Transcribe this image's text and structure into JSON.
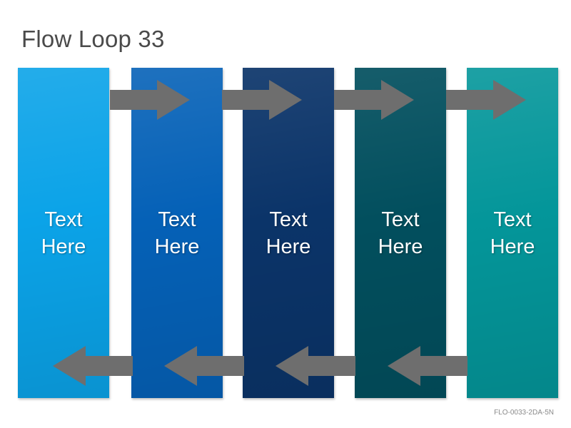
{
  "title": "Flow Loop 33",
  "footer_code": "FLO-0033-2DA-5N",
  "columns": [
    {
      "line1": "Text",
      "line2": "Here",
      "color": "#0ba3e8"
    },
    {
      "line1": "Text",
      "line2": "Here",
      "color": "#0561b7"
    },
    {
      "line1": "Text",
      "line2": "Here",
      "color": "#0b3469"
    },
    {
      "line1": "Text",
      "line2": "Here",
      "color": "#024f5e"
    },
    {
      "line1": "Text",
      "line2": "Here",
      "color": "#04969a"
    }
  ],
  "arrow_color": "#6e6e6e",
  "arrows": {
    "top_direction": "right",
    "bottom_direction": "left"
  }
}
